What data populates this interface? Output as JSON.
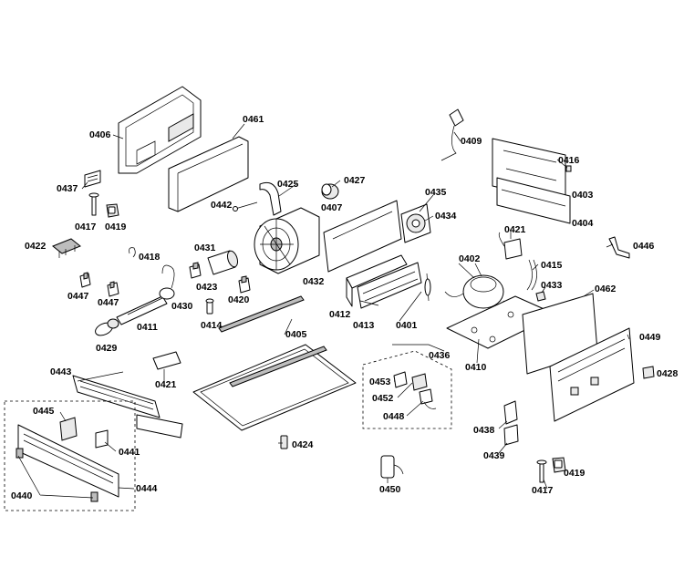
{
  "diagram": {
    "labels": {
      "p0406": "0406",
      "p0461": "0461",
      "p0437": "0437",
      "p0417a": "0417",
      "p0419a": "0419",
      "p0422": "0422",
      "p0418": "0418",
      "p0431": "0431",
      "p0442": "0442",
      "p0425": "0425",
      "p0427": "0427",
      "p0407": "0407",
      "p0435": "0435",
      "p0434": "0434",
      "p0409": "0409",
      "p0416": "0416",
      "p0403": "0403",
      "p0404": "0404",
      "p0421a": "0421",
      "p0446": "0446",
      "p0415": "0415",
      "p0402": "0402",
      "p0433": "0433",
      "p0462": "0462",
      "p0447a": "0447",
      "p0447b": "0447",
      "p0423": "0423",
      "p0420": "0420",
      "p0430": "0430",
      "p0414": "0414",
      "p0411": "0411",
      "p0429": "0429",
      "p0432": "0432",
      "p0412": "0412",
      "p0413": "0413",
      "p0401": "0401",
      "p0405": "0405",
      "p0436": "0436",
      "p0410": "0410",
      "p0449": "0449",
      "p0428": "0428",
      "p0443": "0443",
      "p0421b": "0421",
      "p0453": "0453",
      "p0452": "0452",
      "p0448": "0448",
      "p0438": "0438",
      "p0439": "0439",
      "p0445": "0445",
      "p0441": "0441",
      "p0424": "0424",
      "p0440": "0440",
      "p0444": "0444",
      "p0450": "0450",
      "p0417b": "0417",
      "p0419b": "0419"
    }
  }
}
